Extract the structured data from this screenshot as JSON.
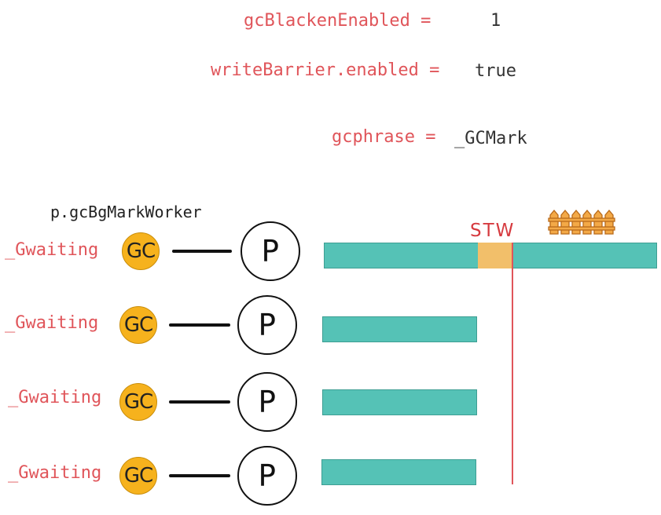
{
  "variables": [
    {
      "label": "gcBlackenEnabled =",
      "value": "1"
    },
    {
      "label": "writeBarrier.enabled =",
      "value": "true"
    },
    {
      "label": "gcphrase =",
      "value": "_GCMark"
    }
  ],
  "worker_title": "p.gcBgMarkWorker",
  "workers": [
    {
      "state": "_Gwaiting",
      "badge": "GC",
      "processor": "P"
    },
    {
      "state": "_Gwaiting",
      "badge": "GC",
      "processor": "P"
    },
    {
      "state": "_Gwaiting",
      "badge": "GC",
      "processor": "P"
    },
    {
      "state": "_Gwaiting",
      "badge": "GC",
      "processor": "P"
    }
  ],
  "stw_label": "STW",
  "icons": {
    "fence": "fence-icon"
  },
  "colors": {
    "label_red": "#e0555a",
    "gc_badge": "#f6b21d",
    "bar_teal": "#55c2b6",
    "stw_block": "#f2bf6a",
    "stw_line": "#e0555a"
  }
}
